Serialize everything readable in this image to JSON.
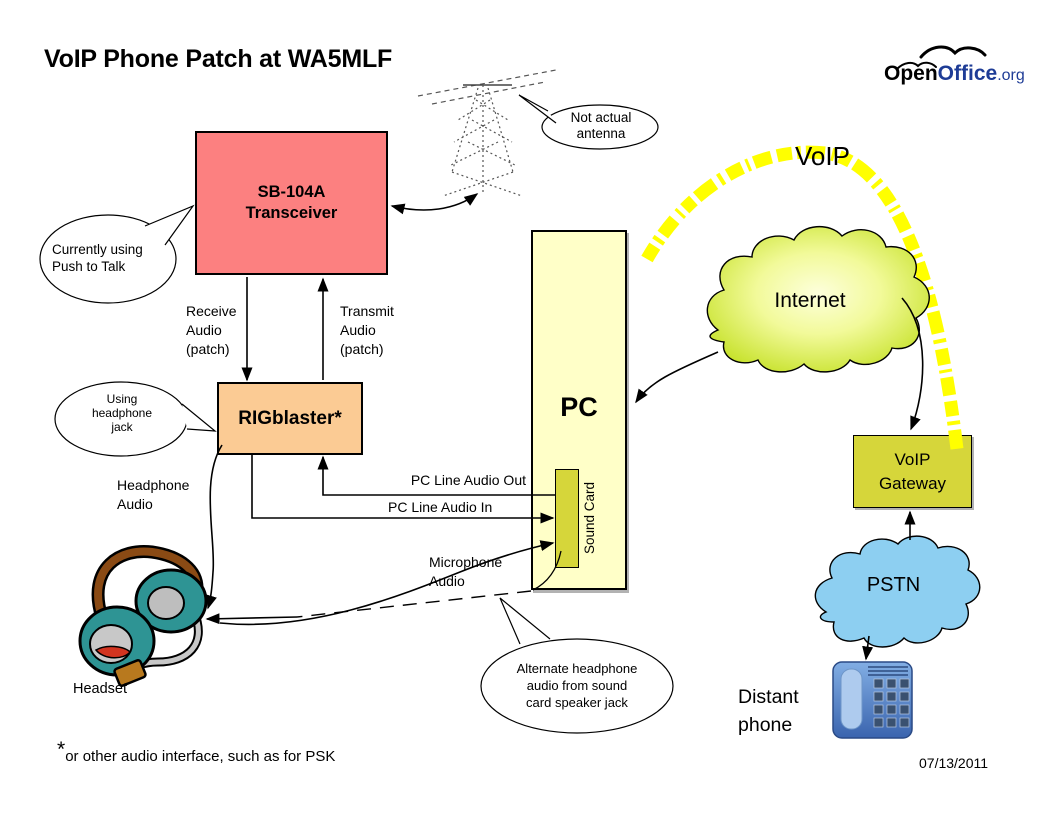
{
  "title": "VoIP Phone Patch at WA5MLF",
  "logo": {
    "open": "Open",
    "office": "Office",
    "org": ".org"
  },
  "nodes": {
    "transceiver": {
      "line1": "SB-104A",
      "line2": "Transceiver"
    },
    "rigblaster": {
      "label": "RIGblaster*"
    },
    "pc": {
      "label": "PC"
    },
    "sound_card": {
      "label": "Sound Card"
    },
    "internet": {
      "label": "Internet"
    },
    "voip_gateway": {
      "line1": "VoIP",
      "line2": "Gateway"
    },
    "pstn": {
      "label": "PSTN"
    },
    "distant_phone": {
      "line1": "Distant",
      "line2": "phone"
    },
    "headset": {
      "label": "Headset"
    }
  },
  "callouts": {
    "not_actual_antenna": {
      "line1": "Not actual",
      "line2": "antenna"
    },
    "push_to_talk": {
      "line1": "Currently using",
      "line2": "Push to Talk"
    },
    "headphone_jack": {
      "line1": "Using",
      "line2": "headphone",
      "line3": "jack"
    },
    "alternate_audio": {
      "line1": "Alternate headphone",
      "line2": "audio from sound",
      "line3": "card speaker jack"
    }
  },
  "edges": {
    "receive_audio": {
      "line1": "Receive",
      "line2": "Audio",
      "line3": "(patch)"
    },
    "transmit_audio": {
      "line1": "Transmit",
      "line2": "Audio",
      "line3": "(patch)"
    },
    "pc_line_audio_out": {
      "label": "PC Line Audio Out"
    },
    "pc_line_audio_in": {
      "label": "PC Line Audio In"
    },
    "microphone_audio": {
      "line1": "Microphone",
      "line2": "Audio"
    },
    "headphone_audio": {
      "line1": "Headphone",
      "line2": "Audio"
    },
    "voip": {
      "label": "VoIP"
    }
  },
  "footnote": {
    "asterisk": "*",
    "text": "or other audio interface, such as for PSK"
  },
  "date": "07/13/2011",
  "colors": {
    "transceiver_fill": "#FC8080",
    "rigblaster_fill": "#FBCB94",
    "pc_fill": "#FFFFC8",
    "sound_card_fill": "#D6D63A",
    "gateway_fill": "#D6D63A",
    "internet_cloud_center": "#FDFFDC",
    "internet_cloud_edge": "#C4E024",
    "pstn_cloud_fill": "#8DCFF1",
    "voip_arc": "#FFFF00",
    "phone_blue": "#4A78C0",
    "openoffice_blue": "#1E3C96"
  }
}
